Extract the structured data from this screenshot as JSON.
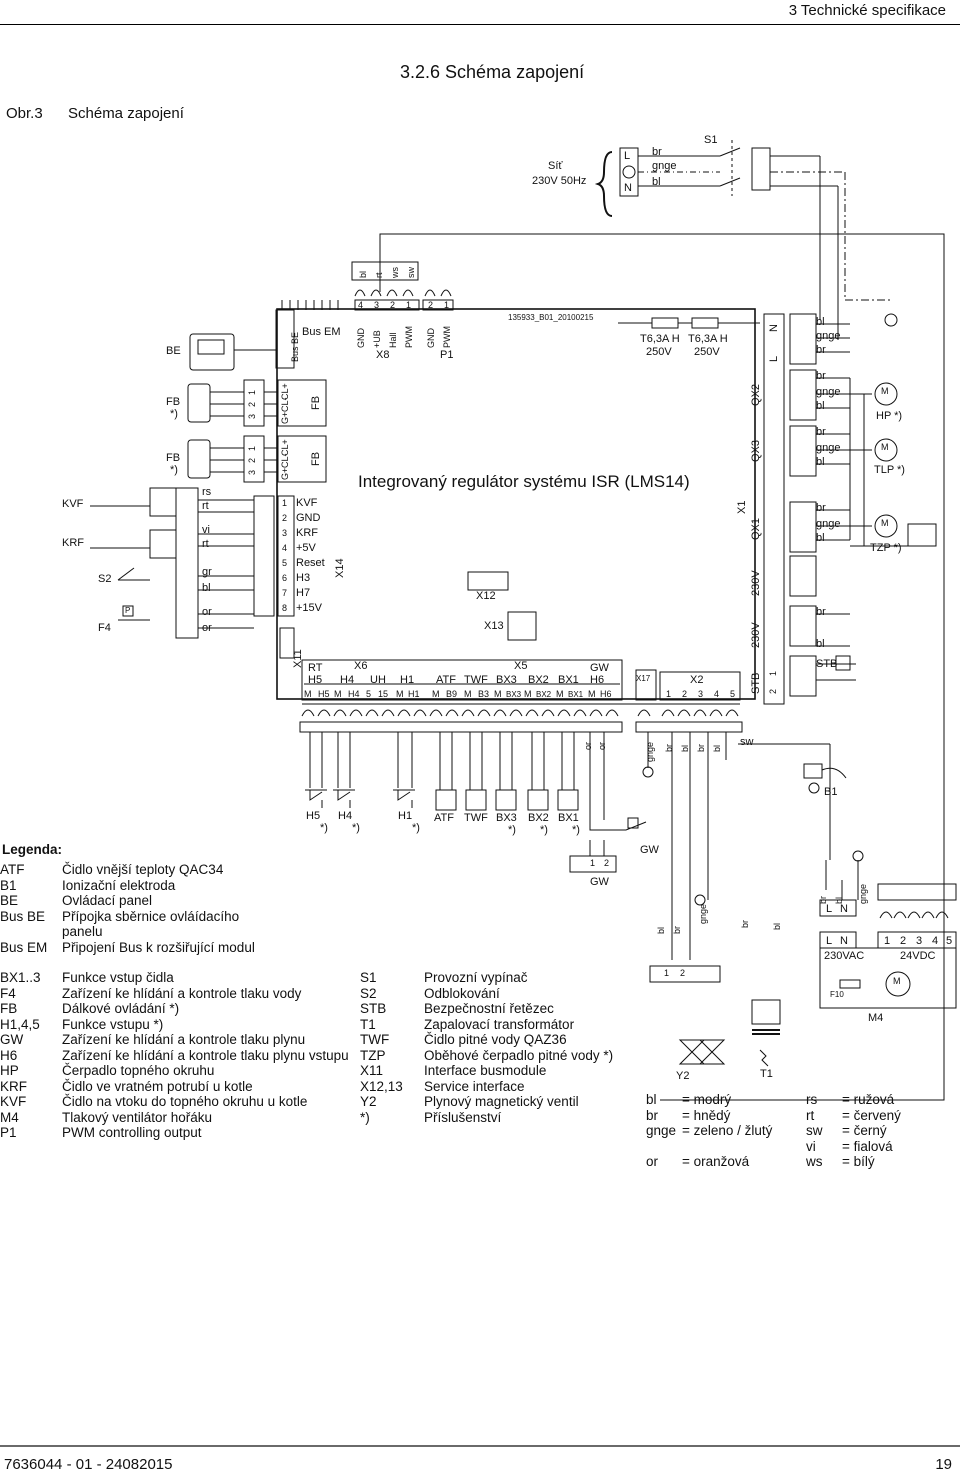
{
  "header": {
    "chapter": "3  Technické specifikace"
  },
  "section_title": "3.2.6  Schéma zapojení",
  "figure": {
    "number": "Obr.3",
    "caption": "Schéma zapojení"
  },
  "diagram": {
    "controller_title": "Integrovaný regulátor systému ISR (LMS14)",
    "drawing_id": "135933_B01_20100215",
    "mains": {
      "label1": "Síť",
      "label2": "230V 50Hz",
      "L": "L",
      "N": "N",
      "switch": "S1"
    },
    "fuses": [
      {
        "line1": "T6,3A H",
        "line2": "250V"
      },
      {
        "line1": "T6,3A H",
        "line2": "250V"
      }
    ],
    "top_connectors": {
      "x8_pins": [
        "4",
        "3",
        "2",
        "1"
      ],
      "x8_signals": [
        "GND",
        "+UB",
        "Hall",
        "PWM"
      ],
      "x8_wires": [
        "bl",
        "rt",
        "ws",
        "sw"
      ],
      "x8": "X8",
      "p1_pins": [
        "2",
        "1"
      ],
      "p1_signals": [
        "GND",
        "PWM"
      ],
      "p1": "P1",
      "bus_em": "Bus EM",
      "bus_be": "Bus BE"
    },
    "left_labels": {
      "be": "BE",
      "fb": "FB",
      "fb_star": "*)",
      "kvf": "KVF",
      "krf": "KRF",
      "s2": "S2",
      "f4": "F4",
      "p": "P"
    },
    "fb_pins": [
      "1",
      "2",
      "3"
    ],
    "fb_signals": [
      "CL+",
      "CL-",
      "G+"
    ],
    "fb_label": "FB",
    "x14_pins": [
      "1",
      "2",
      "3",
      "4",
      "5",
      "6",
      "7",
      "8"
    ],
    "x14_signals": [
      "KVF",
      "GND",
      "KRF",
      "+5V",
      "Reset",
      "H3",
      "H7",
      "+15V"
    ],
    "x14": "X14",
    "x11": "X11",
    "left_wires": [
      "rs",
      "rt",
      "vi",
      "rt",
      "gr",
      "bl",
      "or",
      "or"
    ],
    "x12": "X12",
    "x13": "X13",
    "right_blocks": {
      "mains_terms": [
        "L",
        "N"
      ],
      "mains_wires": [
        "bl",
        "gnge",
        "br"
      ],
      "qx2": "QX2",
      "qx3": "QX3",
      "qx1": "QX1",
      "x1": "X1",
      "pump_wires": [
        "br",
        "gnge",
        "bl"
      ],
      "hp": "HP *)",
      "tlp": "TLP *)",
      "tzp": "TZP *)",
      "m": "M",
      "v230": "230V",
      "stb_block": "STB",
      "stb_pins": [
        "1",
        "2"
      ],
      "stb": "STB",
      "br": "br",
      "bl": "bl"
    },
    "bottom_groups": {
      "row1": [
        "RT",
        "X6",
        "X5",
        "GW"
      ],
      "row2": [
        "H5",
        "H4",
        "UH",
        "H1",
        "ATF",
        "TWF",
        "BX3",
        "BX2",
        "BX1",
        "H6"
      ],
      "row3": [
        "M",
        "H5",
        "M",
        "H4",
        "5",
        "15",
        "M",
        "H1",
        "M",
        "B9",
        "M",
        "B3",
        "M",
        "BX3",
        "M",
        "BX2",
        "M",
        "BX1",
        "M",
        "H6"
      ],
      "x17": "X17",
      "x2": "X2",
      "x2_pins": [
        "1",
        "2",
        "3",
        "4",
        "5"
      ]
    },
    "bottom_wires": [
      "or",
      "or",
      "gnge",
      "br",
      "bl",
      "br",
      "bl",
      "sw"
    ],
    "sensors": [
      "H5",
      "H4",
      "H1",
      "ATF",
      "TWF",
      "BX3",
      "BX2",
      "BX1"
    ],
    "sensor_star": "*)",
    "gw": "GW",
    "gw_pins": [
      "1",
      "2"
    ],
    "b1": "B1",
    "lower_right": {
      "wires_left": [
        "bl",
        "br",
        "gnge"
      ],
      "wires_mid": [
        "br",
        "bl"
      ],
      "wires_right": [
        "br",
        "bl",
        "gnge"
      ],
      "ln": [
        "L",
        "N"
      ],
      "v230ac": "230VAC",
      "v24dc": "24VDC",
      "pins": [
        "1",
        "2",
        "3",
        "4",
        "5"
      ],
      "f10": "F10",
      "m4": "M4",
      "y2": "Y2",
      "t1": "T1",
      "y2_pins": [
        "1",
        "2"
      ]
    }
  },
  "legend": {
    "title": "Legenda:",
    "block1": [
      {
        "code": "ATF",
        "desc": "Čidlo vnější teploty QAC34"
      },
      {
        "code": "B1",
        "desc": "Ionizační elektroda"
      },
      {
        "code": "BE",
        "desc": "Ovládací panel"
      },
      {
        "code": "Bus BE",
        "desc": "Přípojka sběrnice ovláídacího"
      },
      {
        "code": "",
        "desc": "panelu"
      },
      {
        "code": "Bus EM",
        "desc": "Připojení Bus k rozšiřující modul"
      }
    ],
    "block2": [
      {
        "code": "BX1..3",
        "desc": "Funkce vstup čidla"
      },
      {
        "code": "F4",
        "desc": "Zařízení ke hlídání a kontrole tlaku vody"
      },
      {
        "code": "FB",
        "desc": "Dálkové ovládání  *)"
      },
      {
        "code": "H1,4,5",
        "desc": "Funkce vstupu *)"
      },
      {
        "code": "GW",
        "desc": "Zařízení ke hlídání a kontrole tlaku plynu"
      },
      {
        "code": "H6",
        "desc": "Zařízení ke hlídání a kontrole tlaku plynu vstupu"
      },
      {
        "code": "HP",
        "desc": "Čerpadlo topného okruhu"
      },
      {
        "code": "KRF",
        "desc": "Čidlo ve vratném potrubí u kotle"
      },
      {
        "code": "KVF",
        "desc": "Čidlo na vtoku do topného okruhu u kotle"
      },
      {
        "code": "M4",
        "desc": "Tlakový ventilátor hořáku"
      },
      {
        "code": "P1",
        "desc": "PWM controlling output"
      }
    ],
    "block3": [
      {
        "code": "S1",
        "desc": "Provozní vypínač"
      },
      {
        "code": "S2",
        "desc": "Odblokování"
      },
      {
        "code": "STB",
        "desc": "Bezpečnostní řetězec"
      },
      {
        "code": "T1",
        "desc": "Zapalovací transformátor"
      },
      {
        "code": "TWF",
        "desc": "Čidlo pitné vody QAZ36"
      },
      {
        "code": "TZP",
        "desc": "Oběhové čerpadlo pitné vody *)"
      },
      {
        "code": "X11",
        "desc": "Interface busmodule"
      },
      {
        "code": "X12,13",
        "desc": "Service interface"
      },
      {
        "code": "Y2",
        "desc": "Plynový magnetický ventil"
      },
      {
        "code": "*)",
        "desc": "Příslušenství"
      }
    ],
    "colors_left": [
      {
        "code": "bl",
        "eq": "= modrý"
      },
      {
        "code": "br",
        "eq": "= hnědý"
      },
      {
        "code": "gnge",
        "eq": "= zeleno / žlutý"
      },
      {
        "code": "",
        "eq": ""
      },
      {
        "code": "or",
        "eq": "= oranžová"
      }
    ],
    "colors_right": [
      {
        "code": "rs",
        "eq": "= ružová"
      },
      {
        "code": "rt",
        "eq": "= červený"
      },
      {
        "code": "sw",
        "eq": "= černý"
      },
      {
        "code": "vi",
        "eq": "= fialová"
      },
      {
        "code": "ws",
        "eq": "= bílý"
      }
    ]
  },
  "footer": {
    "doc": "7636044 - 01 - 24082015",
    "page": "19"
  }
}
